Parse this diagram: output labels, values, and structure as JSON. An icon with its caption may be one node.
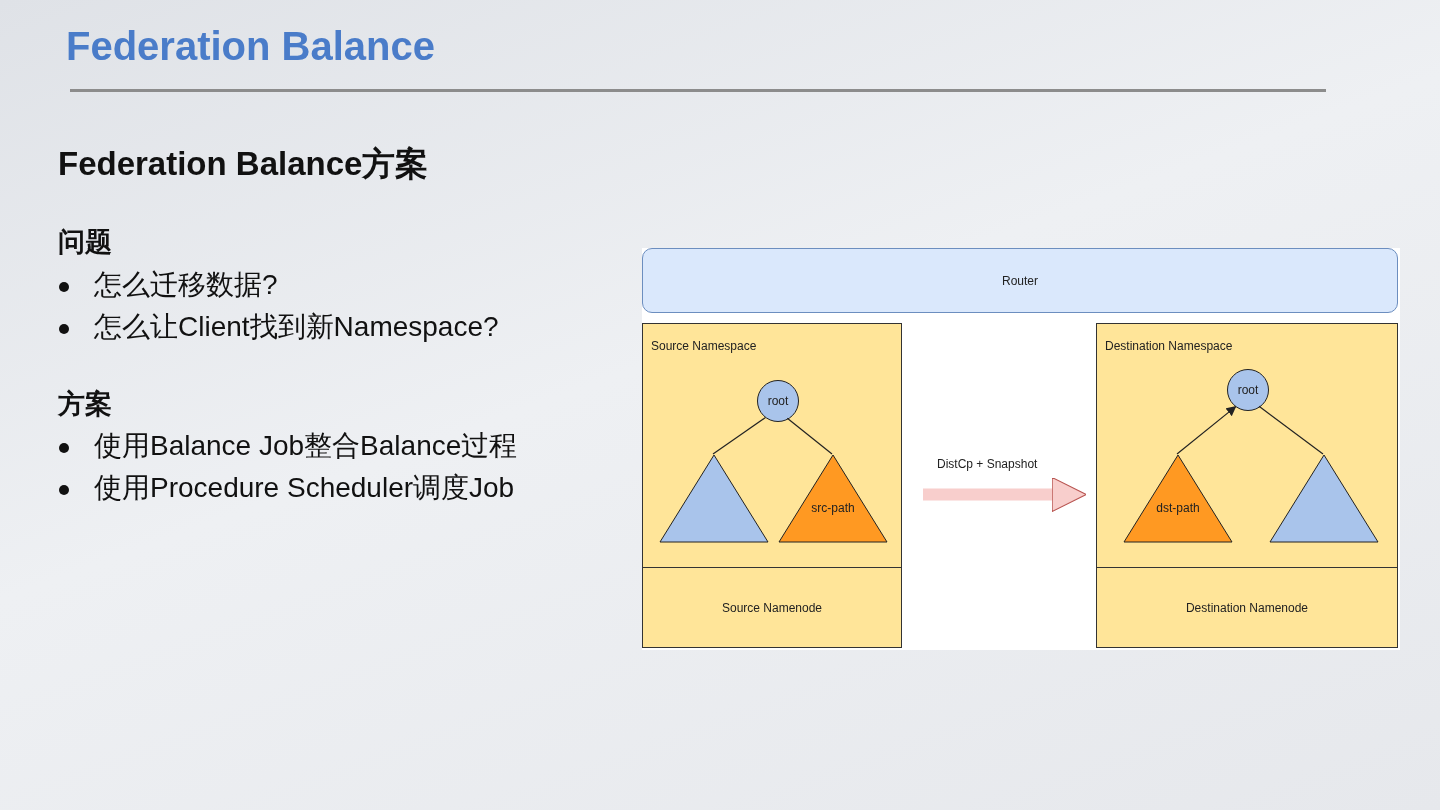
{
  "diagram": {
    "title": "Federation Balance",
    "nodes": [
      {
        "text": [
          "Router"
        ]
      },
      {
        "text": [
          "Source Namespace"
        ]
      },
      {
        "text": [
          "root"
        ],
        "in": 1
      },
      {
        "text": [],
        "shape": "triangle",
        "in": 1
      },
      {
        "text": [
          "src-path"
        ],
        "in": 1
      },
      {
        "text": [
          "Source Namenode"
        ]
      },
      {
        "text": [
          "Destination Namespace"
        ]
      },
      {
        "text": [
          "root"
        ],
        "in": 6
      },
      {
        "text": [
          "dst-path"
        ],
        "in": 6
      },
      {
        "text": [],
        "shape": "triangle",
        "in": 6
      },
      {
        "text": [
          "Destination Namenode"
        ]
      }
    ],
    "edges": [
      {
        "from": 2,
        "to": 3,
        "arrow": "none"
      },
      {
        "from": 2,
        "to": 4,
        "arrow": "none"
      },
      {
        "from": 8,
        "to": 7,
        "arrow": "to"
      },
      {
        "from": 7,
        "to": 9,
        "arrow": "none"
      },
      {
        "from": 1,
        "to": 6,
        "arrow": "to",
        "label": "DistCp + Snapshot",
        "style": "thick",
        "color": "#f8cecc"
      }
    ],
    "labels": [
      "Federation Balance方案",
      "问题",
      "怎么迁移数据?",
      "怎么让Client找到新Namespace?",
      "方案",
      "使用Balance Job整合Balance过程",
      "使用Procedure Scheduler调度Job"
    ]
  }
}
